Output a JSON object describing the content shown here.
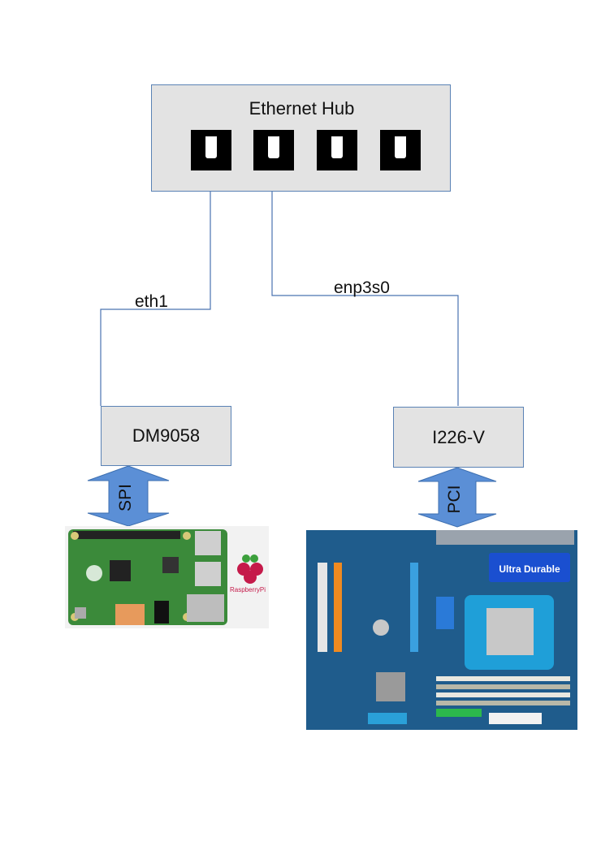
{
  "hub": {
    "title": "Ethernet Hub",
    "port_count": 4
  },
  "links": [
    {
      "label": "eth1"
    },
    {
      "label": "enp3s0"
    }
  ],
  "devices": {
    "left": {
      "chip": "DM9058",
      "bus": "SPI",
      "board": "Raspberry Pi",
      "logo_text": "RaspberryPi"
    },
    "right": {
      "chip": "I226-V",
      "bus": "PCI",
      "board": "Motherboard",
      "banner": "Ultra Durable"
    }
  },
  "colors": {
    "box_fill": "#e3e3e3",
    "box_border": "#5a82b5",
    "wire": "#4a73b0",
    "arrow": "#5b8fd6",
    "pi_green": "#3b8a3a",
    "mobo_blue": "#1f5c8c"
  }
}
